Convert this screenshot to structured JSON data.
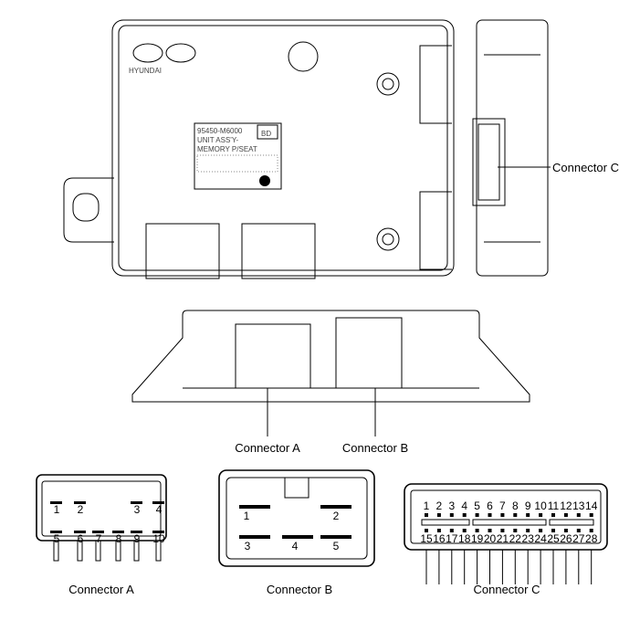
{
  "callouts": {
    "connector_c": "Connector C",
    "connector_a": "Connector A",
    "connector_b": "Connector B"
  },
  "label_plate": {
    "part_no": "95450-M6000",
    "line2": "UNIT ASS'Y-",
    "line3": "MEMORY P/SEAT",
    "code": "BD"
  },
  "logo_text": "HYUNDAI",
  "details": {
    "a": {
      "title": "Connector A",
      "pins": [
        "1",
        "2",
        "3",
        "4",
        "5",
        "6",
        "7",
        "8",
        "9",
        "10"
      ]
    },
    "b": {
      "title": "Connector B",
      "pins": [
        "1",
        "2",
        "3",
        "4",
        "5"
      ]
    },
    "c": {
      "title": "Connector C",
      "pins": [
        "1",
        "2",
        "3",
        "4",
        "5",
        "6",
        "7",
        "8",
        "9",
        "10",
        "11",
        "12",
        "13",
        "14",
        "15",
        "16",
        "17",
        "18",
        "19",
        "20",
        "21",
        "22",
        "23",
        "24",
        "25",
        "26",
        "27",
        "28"
      ]
    }
  }
}
